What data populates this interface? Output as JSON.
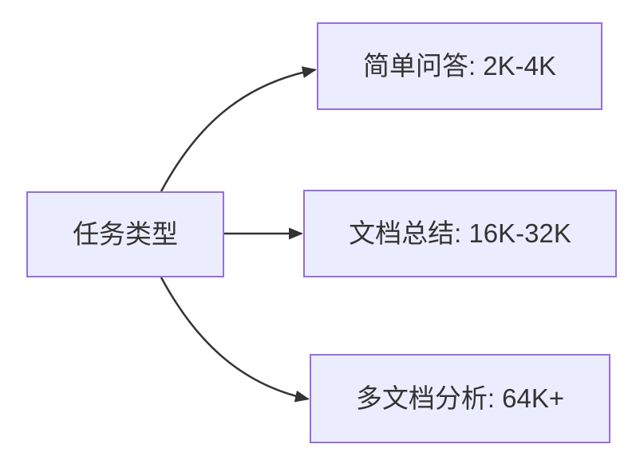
{
  "diagram": {
    "type": "flowchart",
    "direction": "left-to-right",
    "root_node": {
      "id": "task-type",
      "label": "任务类型"
    },
    "leaf_nodes": [
      {
        "id": "simple-qa",
        "label": "简单问答: 2K-4K"
      },
      {
        "id": "doc-summary",
        "label": "文档总结: 16K-32K"
      },
      {
        "id": "multi-doc-analysis",
        "label": "多文档分析: 64K+"
      }
    ],
    "edges": [
      {
        "from": "task-type",
        "to": "simple-qa"
      },
      {
        "from": "task-type",
        "to": "doc-summary"
      },
      {
        "from": "task-type",
        "to": "multi-doc-analysis"
      }
    ],
    "colors": {
      "node_fill": "#ECECFF",
      "node_border": "#9370DB",
      "edge_line": "#333333",
      "label_text": "#333333",
      "background": "#FFFFFF"
    }
  }
}
